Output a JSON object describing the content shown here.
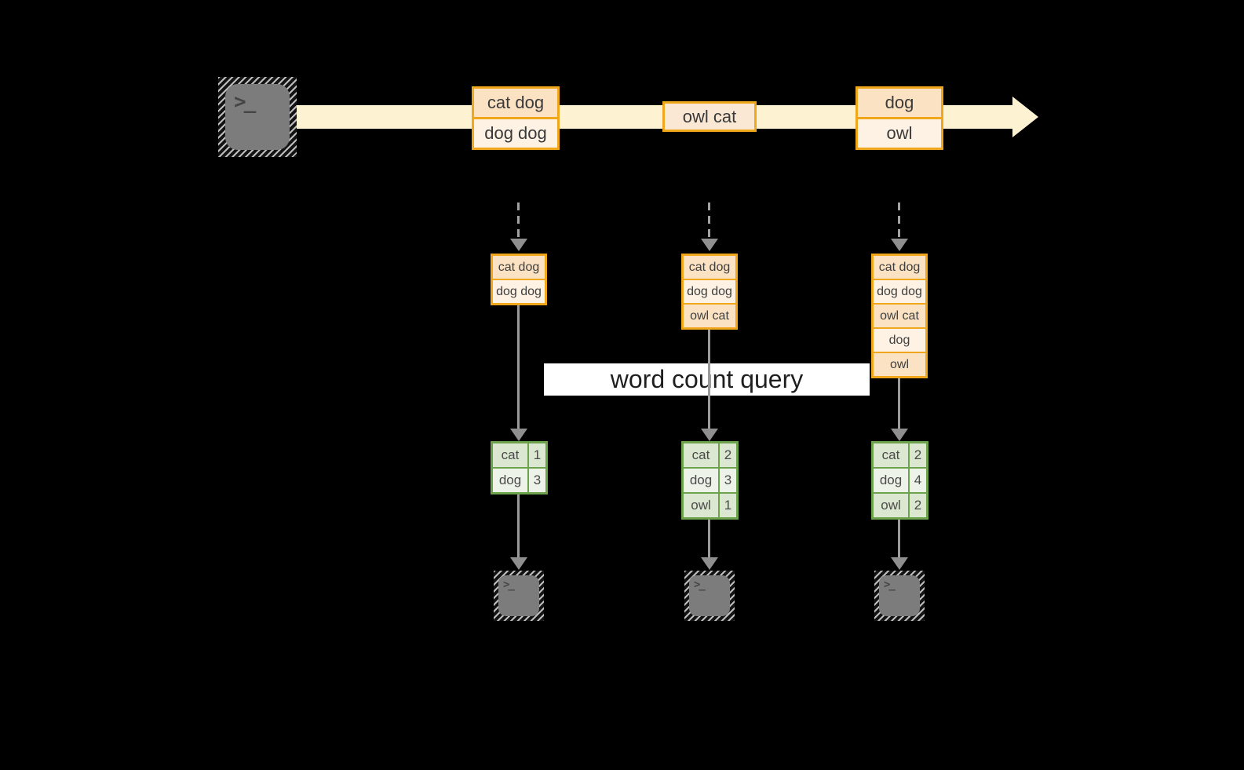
{
  "colors": {
    "background": "#000000",
    "stream_arrow": "#fdf3d2",
    "message_border": "#f1a71b",
    "message_fill_dark": "#fbe2c3",
    "message_fill_light": "#fdf2e4",
    "table_border": "#6ba24b",
    "table_fill_dark": "#dbe7d0",
    "table_fill_light": "#edf3e8",
    "connector_gray": "#9b9b9b",
    "query_band": "#ffffff",
    "terminal_gray": "#7c7c7c"
  },
  "terminal": {
    "glyph": ">_"
  },
  "stream": {
    "groups": [
      {
        "messages": [
          "cat dog",
          "dog dog"
        ]
      },
      {
        "messages": [
          "owl cat"
        ]
      },
      {
        "messages": [
          "dog",
          "owl"
        ]
      }
    ]
  },
  "query": {
    "label": "word count query"
  },
  "tasks": [
    {
      "buffer": [
        "cat dog",
        "dog dog"
      ],
      "counts": [
        [
          "cat",
          "1"
        ],
        [
          "dog",
          "3"
        ]
      ]
    },
    {
      "buffer": [
        "cat dog",
        "dog dog",
        "owl cat"
      ],
      "counts": [
        [
          "cat",
          "2"
        ],
        [
          "dog",
          "3"
        ],
        [
          "owl",
          "1"
        ]
      ]
    },
    {
      "buffer": [
        "cat dog",
        "dog dog",
        "owl cat",
        "dog",
        "owl"
      ],
      "counts": [
        [
          "cat",
          "2"
        ],
        [
          "dog",
          "4"
        ],
        [
          "owl",
          "2"
        ]
      ]
    }
  ]
}
